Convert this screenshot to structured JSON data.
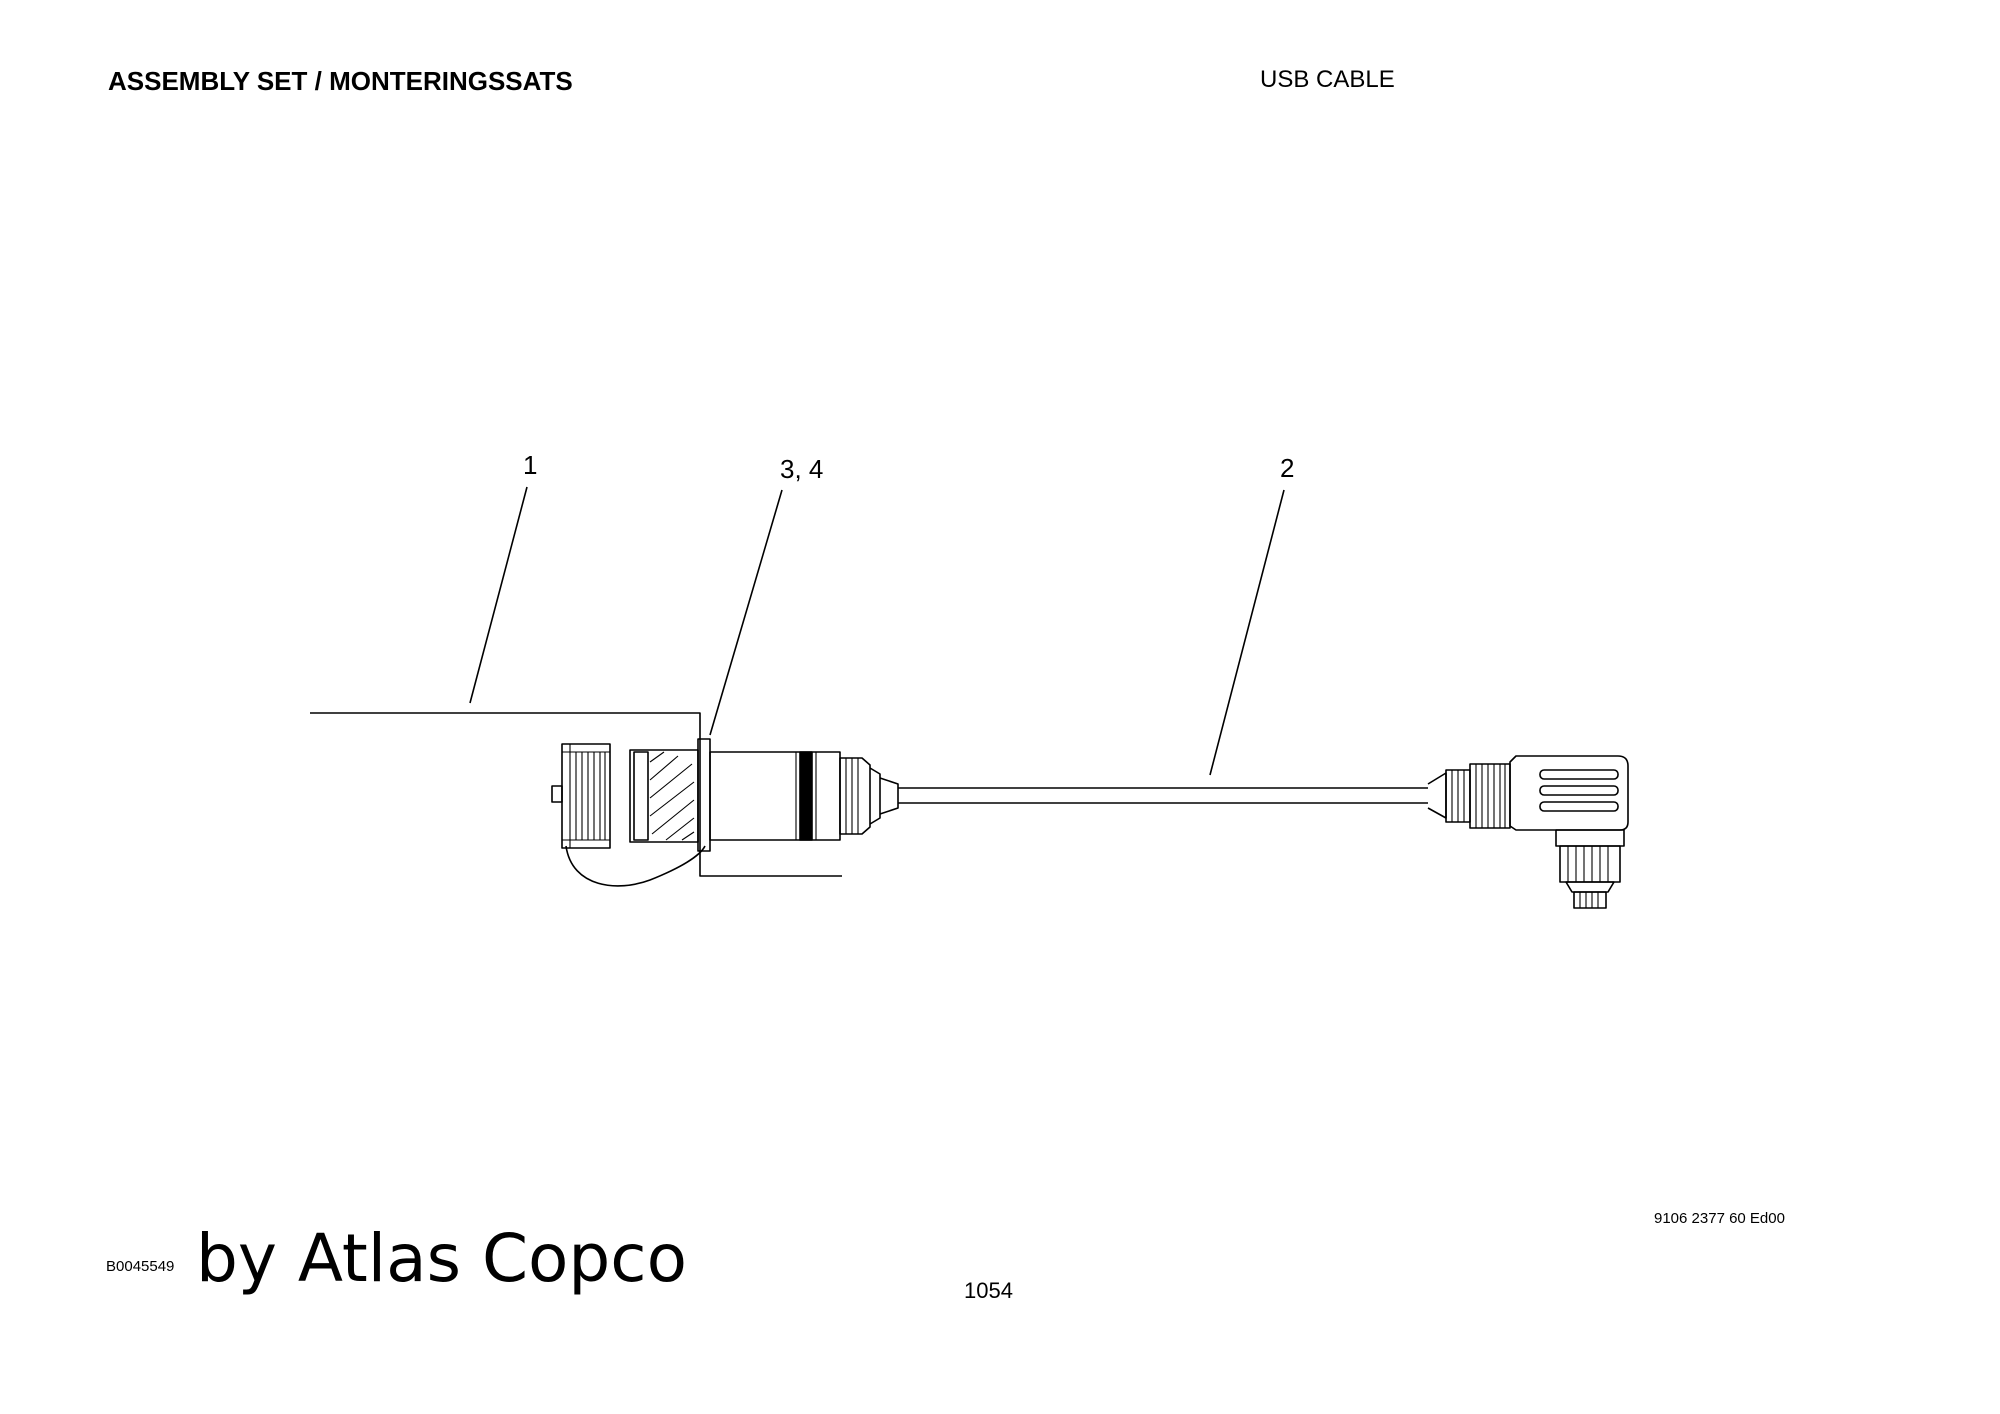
{
  "header": {
    "left_title": "ASSEMBLY SET / MONTERINGSSATS",
    "right_title": "USB CABLE"
  },
  "callouts": {
    "item_1": "1",
    "item_3_4": "3, 4",
    "item_2": "2"
  },
  "footer": {
    "doc_number": "9106 2377 60 Ed00",
    "drawing_id": "B0045549",
    "brand": "by Atlas Copco",
    "page_number": "1054"
  },
  "colors": {
    "line": "#000000",
    "background": "#ffffff"
  }
}
